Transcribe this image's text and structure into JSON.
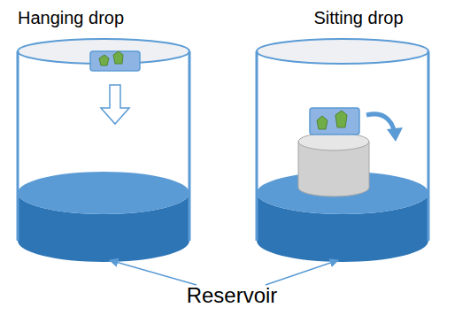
{
  "diagram": {
    "labels": [
      "Hanging drop",
      "Sitting drop",
      "Reservoir"
    ]
  }
}
